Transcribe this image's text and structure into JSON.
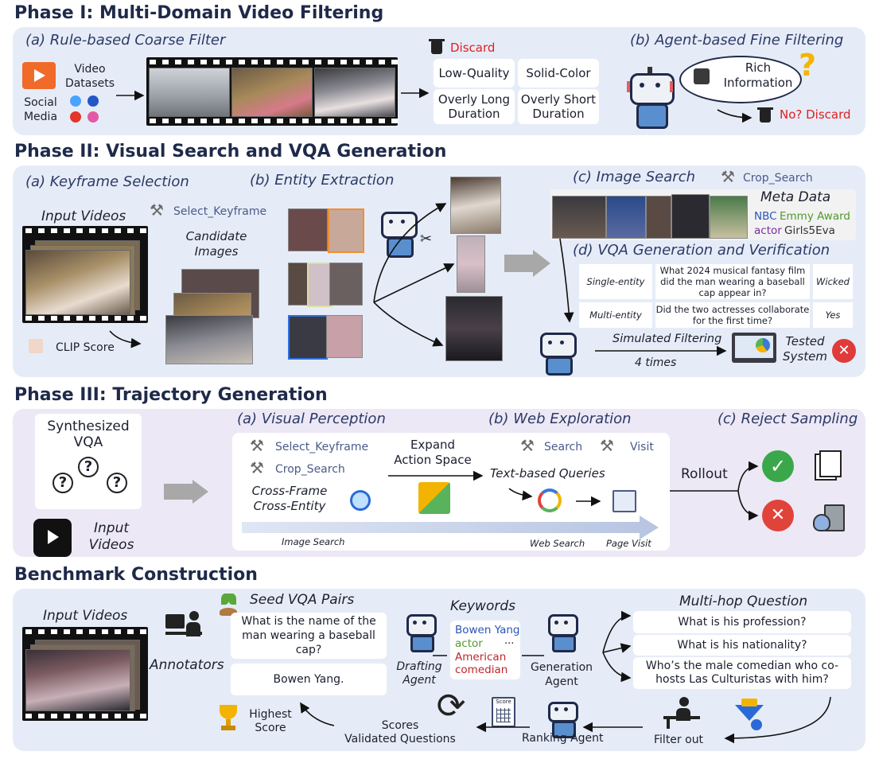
{
  "phase1": {
    "title": "Phase I: Multi-Domain Video Filtering",
    "coarse_title": "(a) Rule-based Coarse Filter",
    "fine_title": "(b) Agent-based Fine Filtering",
    "video_datasets": "Video\nDatasets",
    "social_media": "Social\nMedia",
    "discard": "Discard",
    "rules": [
      "Low-Quality",
      "Solid-Color",
      "Overly Long\nDuration",
      "Overly Short\nDuration"
    ],
    "rich_info": "Rich\nInformation",
    "no_discard": "No? Discard"
  },
  "phase2": {
    "title": "Phase II: Visual Search and VQA Generation",
    "keyframe_title": "(a) Keyframe Selection",
    "entity_title": "(b) Entity Extraction",
    "image_search_title": "(c) Image Search",
    "vqa_title": "(d) VQA Generation and Verification",
    "select_keyframe": "Select_Keyframe",
    "crop_search": "Crop_Search",
    "input_videos": "Input Videos",
    "candidate_images": "Candidate\nImages",
    "clip_score": "CLIP Score",
    "meta_data": "Meta Data",
    "meta_tags": [
      {
        "text": "NBC",
        "color": "#2c55b8"
      },
      {
        "text": "Emmy Award",
        "color": "#4f9a2a"
      },
      {
        "text": "actor",
        "color": "#7a2aa8"
      },
      {
        "text": "Girls5Eva",
        "color": "#333333"
      }
    ],
    "vqa_rows": [
      {
        "type": "Single-entity",
        "question": "What 2024 musical fantasy film did the man wearing a baseball cap appear in?",
        "answer": "Wicked"
      },
      {
        "type": "Multi-entity",
        "question": "Did the two actresses collaborate for the first time?",
        "answer": "Yes"
      }
    ],
    "simulated_filtering": "Simulated Filtering",
    "four_times": "4 times",
    "tested_system": "Tested\nSystem"
  },
  "phase3": {
    "title": "Phase III: Trajectory Generation",
    "synth_vqa": "Synthesized\nVQA",
    "input_videos": "Input\nVideos",
    "visual_perception": "(a) Visual Perception",
    "web_exploration": "(b) Web Exploration",
    "reject_sampling": "(c) Reject Sampling",
    "select_keyframe": "Select_Keyframe",
    "crop_search": "Crop_Search",
    "cross_frame": "Cross-Frame\nCross-Entity",
    "expand": "Expand\nAction Space",
    "search": "Search",
    "visit": "Visit",
    "text_queries": "Text-based Queries",
    "image_search": "Image Search",
    "web_search": "Web Search",
    "page_visit": "Page Visit",
    "rollout": "Rollout"
  },
  "bench": {
    "title": "Benchmark Construction",
    "input_videos": "Input Videos",
    "annotators": "Annotators",
    "seed_vqa": "Seed VQA Pairs",
    "seed_q": "What is the name of the\nman wearing a baseball cap?",
    "seed_a": "Bowen Yang.",
    "keywords": "Keywords",
    "keyword_list": [
      {
        "text": "Bowen Yang",
        "color": "#2c55b8"
      },
      {
        "text": "actor",
        "color": "#4f9a2a"
      },
      {
        "text": "American",
        "color": "#c0262b"
      },
      {
        "text": "comedian",
        "color": "#c0262b"
      }
    ],
    "ellipsis": "...",
    "drafting_agent": "Drafting\nAgent",
    "generation_agent": "Generation\nAgent",
    "multi_hop": "Multi-hop Question",
    "hop_questions": [
      "What is his profession?",
      "What is his nationality?",
      "Who’s the male comedian who co-\nhosts Las Culturistas with him?"
    ],
    "highest_score": "Highest\nScore",
    "scores_validated": "Scores\nValidated Questions",
    "ranking_agent": "Ranking Agent",
    "score_label": "Score",
    "filter_out": "Filter out"
  }
}
